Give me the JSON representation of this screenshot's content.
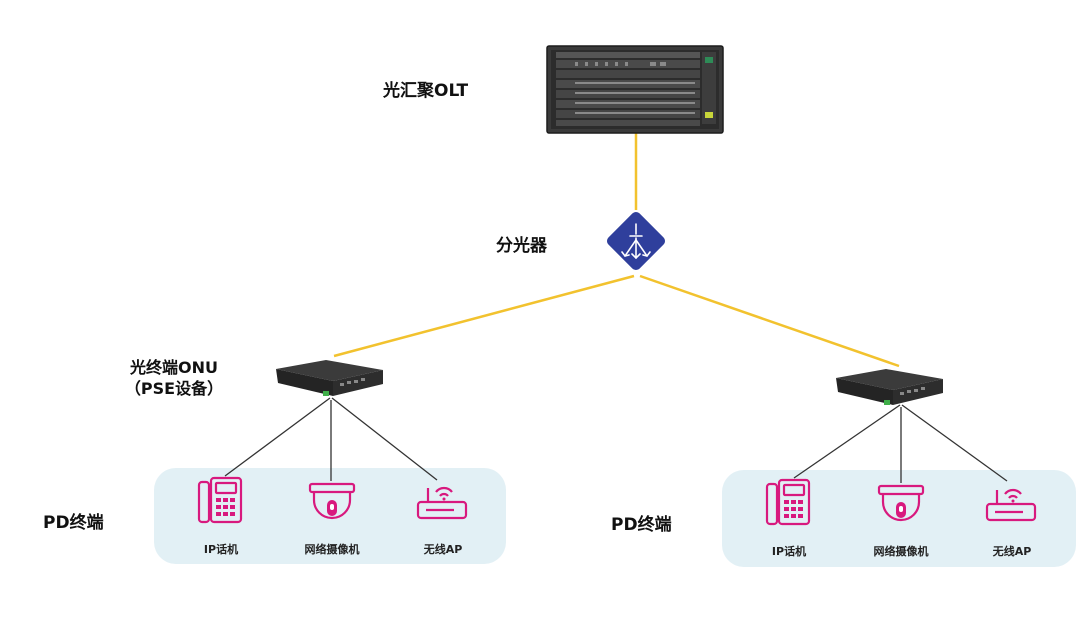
{
  "diagram": {
    "olt": {
      "label": "光汇聚OLT"
    },
    "splitter": {
      "label": "分光器"
    },
    "onu": {
      "label_line1": "光终端ONU",
      "label_line2": "（PSE设备）"
    },
    "groups": [
      {
        "label": "PD终端",
        "devices": [
          {
            "label": "IP话机",
            "icon": "ip-phone-icon"
          },
          {
            "label": "网络摄像机",
            "icon": "network-camera-icon"
          },
          {
            "label": "无线AP",
            "icon": "wireless-ap-icon"
          }
        ]
      },
      {
        "label": "PD终端",
        "devices": [
          {
            "label": "IP话机",
            "icon": "ip-phone-icon"
          },
          {
            "label": "网络摄像机",
            "icon": "network-camera-icon"
          },
          {
            "label": "无线AP",
            "icon": "wireless-ap-icon"
          }
        ]
      }
    ],
    "colors": {
      "fiber": "#f2c22e",
      "splitter": "#2f3f9c",
      "device_accent": "#d8197e",
      "group_bg": "#e2f0f5",
      "ethernet": "#333333"
    }
  }
}
